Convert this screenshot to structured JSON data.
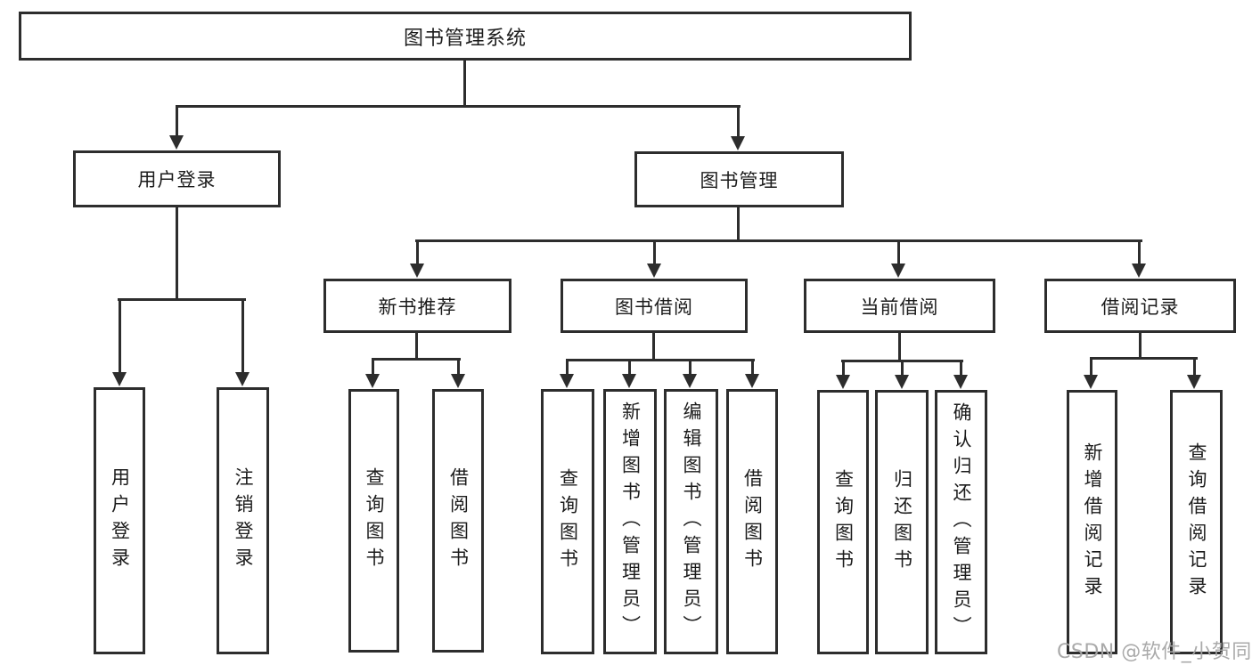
{
  "tree": {
    "label": "图书管理系统",
    "children": [
      {
        "label": "用户登录",
        "children": [
          {
            "label": "用户登录"
          },
          {
            "label": "注销登录"
          }
        ]
      },
      {
        "label": "图书管理",
        "children": [
          {
            "label": "新书推荐",
            "children": [
              {
                "label": "查询图书"
              },
              {
                "label": "借阅图书"
              }
            ]
          },
          {
            "label": "图书借阅",
            "children": [
              {
                "label": "查询图书"
              },
              {
                "label": "新增图书（管理员）"
              },
              {
                "label": "编辑图书（管理员）"
              },
              {
                "label": "借阅图书"
              }
            ]
          },
          {
            "label": "当前借阅",
            "children": [
              {
                "label": "查询图书"
              },
              {
                "label": "归还图书"
              },
              {
                "label": "确认归还（管理员）"
              }
            ]
          },
          {
            "label": "借阅记录",
            "children": [
              {
                "label": "新增借阅记录"
              },
              {
                "label": "查询借阅记录"
              }
            ]
          }
        ]
      }
    ]
  },
  "watermark": {
    "text": "CSDN @软件_小贺同学"
  },
  "colors": {
    "line": "#2d2d2d",
    "text": "#1c1c1c",
    "background": "#ffffff",
    "watermark": "#a5a5a5"
  }
}
